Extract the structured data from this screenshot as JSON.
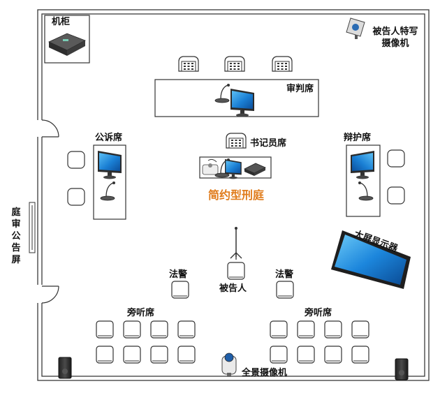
{
  "labels": {
    "cabinet": "机柜",
    "defendant_camera": "被告人特写摄像机",
    "judges_bench": "审判席",
    "clerk_seat": "书记员席",
    "prosecution_seat": "公诉席",
    "defense_seat": "辩护席",
    "room_title": "简约型刑庭",
    "announcement_screen": "庭审公告屏",
    "big_screen": "大屏显示器",
    "bailiff_left": "法警",
    "bailiff_right": "法警",
    "defendant": "被告人",
    "gallery_left": "旁听席",
    "gallery_right": "旁听席",
    "panorama_camera": "全景摄像机"
  },
  "colors": {
    "wall": "#3a3a3a",
    "title_accent": "#e07b1a",
    "screen_blue": "#1a7fd4"
  }
}
